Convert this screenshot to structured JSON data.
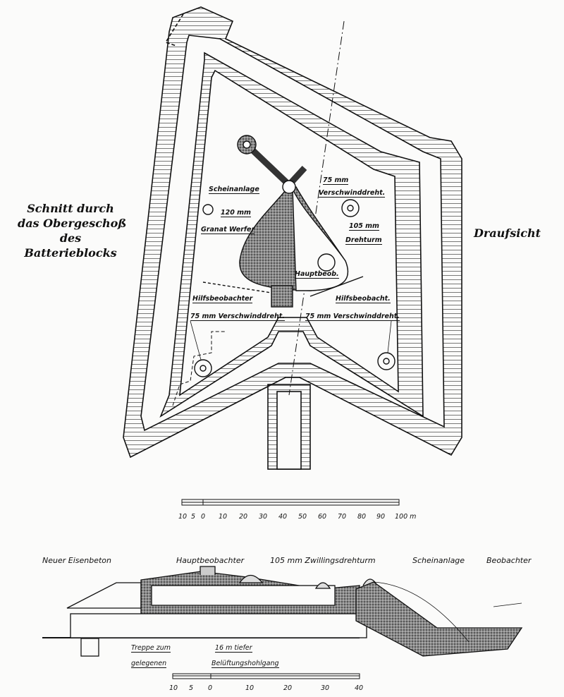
{
  "left_caption": [
    "Schnitt durch",
    "das Obergeschoß",
    "des",
    "Batterieblocks"
  ],
  "right_caption": "Draufsicht",
  "plan_labels": {
    "scheinanlage": "Scheinanlage",
    "mm120": "120 mm",
    "granatwerfer": "Granat Werfer",
    "mm75_top": "75 mm",
    "verschwind_top": "Verschwinddreht.",
    "mm105": "105 mm",
    "drehturm": "Drehturm",
    "hauptbeob": "Hauptbeob.",
    "hilfs_left": "Hilfsbeobachter",
    "hilfs_right": "Hilfsbeobacht.",
    "verschwind_left": "75 mm Verschwinddreht.",
    "verschwind_right": "75 mm Verschwinddreht."
  },
  "plan_scale": {
    "ticks": [
      "10",
      "5",
      "0",
      "10",
      "20",
      "30",
      "40",
      "50",
      "60",
      "70",
      "80",
      "90",
      "100 m"
    ]
  },
  "section_labels": {
    "eisenbeton": "Neuer Eisenbeton",
    "hauptbeobachter": "Hauptbeobachter",
    "zwillings": "105 mm Zwillingsdrehturm",
    "scheinanlage": "Scheinanlage",
    "beobachter": "Beobachter",
    "treppe1": "Treppe zum",
    "treppe2": "gelegenen",
    "tiefer": "16 m tiefer",
    "gang": "Belüftungshohlgang"
  },
  "section_scale": {
    "ticks": [
      "10",
      "5",
      "0",
      "10",
      "20",
      "30",
      "40"
    ]
  }
}
